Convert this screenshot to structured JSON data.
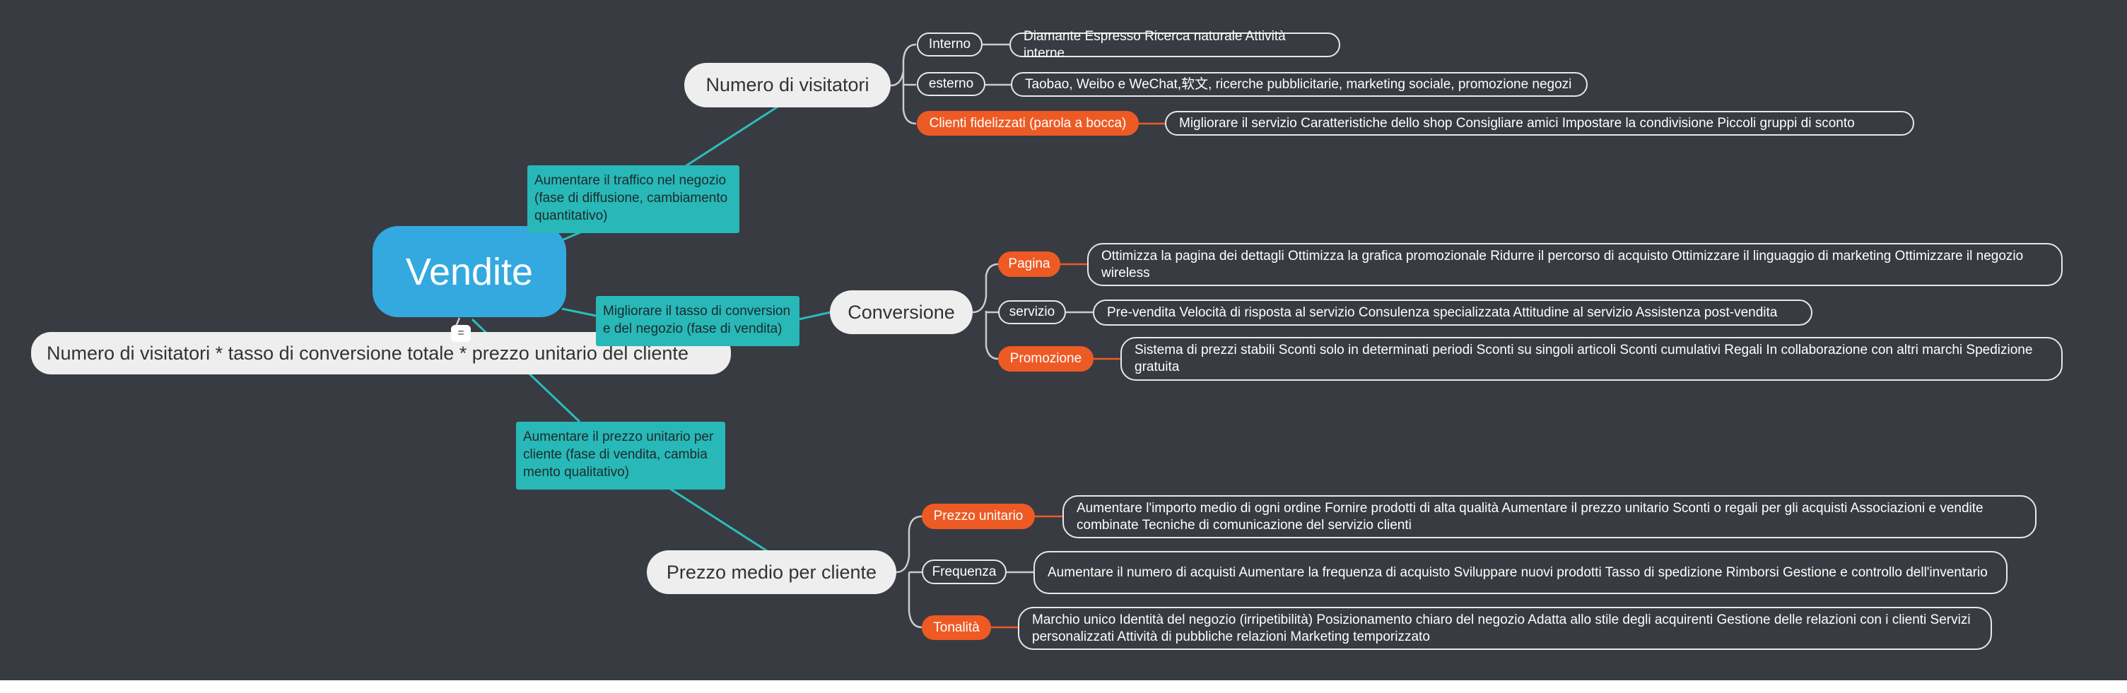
{
  "root": {
    "label": "Vendite"
  },
  "formula": {
    "text": "Numero di visitatori * tasso di conversione totale * prezzo unitario del cliente",
    "marker": "="
  },
  "branches": [
    {
      "label": "Numero di visitatori",
      "note": "Aumentare il traffico nel negozio (fase di diffusione, cambiamento quantitativo)",
      "items": [
        {
          "tag": "Interno",
          "highlight": false,
          "detail": "Diamante Espresso Ricerca naturale Attività interne"
        },
        {
          "tag": "esterno",
          "highlight": false,
          "detail": "Taobao, Weibo e WeChat,软文, ricerche pubblicitarie, marketing sociale, promozione negozi"
        },
        {
          "tag": "Clienti fidelizzati (parola a bocca)",
          "highlight": true,
          "detail": "Migliorare il servizio   Caratteristiche dello shop   Consigliare amici   Impostare la condivisione   Piccoli gruppi di sconto"
        }
      ]
    },
    {
      "label": "Conversione",
      "note": "Migliorare il tasso di conversion e del negozio (fase di vendita)",
      "items": [
        {
          "tag": "Pagina",
          "highlight": true,
          "detail": "Ottimizza la pagina dei dettagli   Ottimizza la grafica promozionale   Ridurre il percorso di acquisto   Ottimizzare il linguaggio di marketing   Ottimizzare il negozio wireless"
        },
        {
          "tag": "servizio",
          "highlight": false,
          "detail": "Pre-vendita  Velocità di risposta al servizio  Consulenza specializzata  Attitudine al servizio  Assistenza post-vendita"
        },
        {
          "tag": "Promozione",
          "highlight": true,
          "detail": "Sistema di prezzi stabili   Sconti solo in determinati periodi   Sconti su singoli articoli   Sconti cumulativi   Regali   In collaborazione con altri marchi   Spedizione gratuita"
        }
      ]
    },
    {
      "label": "Prezzo medio per cliente",
      "note": "Aumentare il prezzo unitario per cliente (fase di vendita, cambia mento qualitativo)",
      "items": [
        {
          "tag": "Prezzo unitario",
          "highlight": true,
          "detail": "Aumentare l'importo medio di ogni ordine  Fornire prodotti di alta qualità  Aumentare il prezzo unitario  Sconti o regali per gli acquisti  Associazioni e vendite combinate  Tecniche di comunicazione del servizio clienti"
        },
        {
          "tag": "Frequenza",
          "highlight": false,
          "detail": "Aumentare il numero di acquisti   Aumentare la frequenza di acquisto   Sviluppare nuovi prodotti   Tasso di spedizione   Rimborsi   Gestione e controllo dell'inventario"
        },
        {
          "tag": "Tonalità",
          "highlight": true,
          "detail": "Marchio unico   Identità del negozio (irripetibilità)   Posizionamento chiaro del negozio   Adatta allo stile degli acquirenti   Gestione delle relazioni con i clienti   Servizi personalizzati   Attività di pubbliche relazioni   Marketing temporizzato"
        }
      ]
    }
  ],
  "colors": {
    "background": "#383b42",
    "root": "#33a9e0",
    "note": "#28b8b8",
    "highlight_tag": "#ee5a24",
    "branch_bubble": "#eeeeee",
    "connector_teal": "#2bbcbc",
    "connector_orange": "#ee5a24"
  }
}
